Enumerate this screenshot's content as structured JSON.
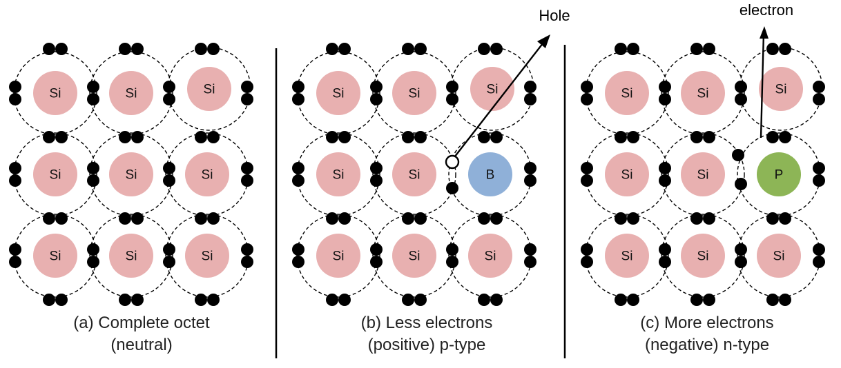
{
  "panels": [
    {
      "id": "a",
      "caption_line1": "(a) Complete octet",
      "caption_line2": "(neutral)",
      "atoms": [
        [
          "Si",
          "Si",
          "Si"
        ],
        [
          "Si",
          "Si",
          "Si"
        ],
        [
          "Si",
          "Si",
          "Si"
        ]
      ]
    },
    {
      "id": "b",
      "caption_line1": "(b) Less electrons",
      "caption_line2": "(positive) p-type",
      "atoms": [
        [
          "Si",
          "Si",
          "Si"
        ],
        [
          "Si",
          "Si",
          "B"
        ],
        [
          "Si",
          "Si",
          "Si"
        ]
      ],
      "callout": "Hole"
    },
    {
      "id": "c",
      "caption_line1": "(c) More electrons",
      "caption_line2": "(negative) n-type",
      "atoms": [
        [
          "Si",
          "Si",
          "Si"
        ],
        [
          "Si",
          "Si",
          "P"
        ],
        [
          "Si",
          "Si",
          "Si"
        ]
      ],
      "callout": "electron"
    }
  ],
  "colors": {
    "si": "#e8b0b0",
    "b": "#8fb0d8",
    "p": "#8db556",
    "electron": "#000000",
    "orbit": "#000000"
  }
}
